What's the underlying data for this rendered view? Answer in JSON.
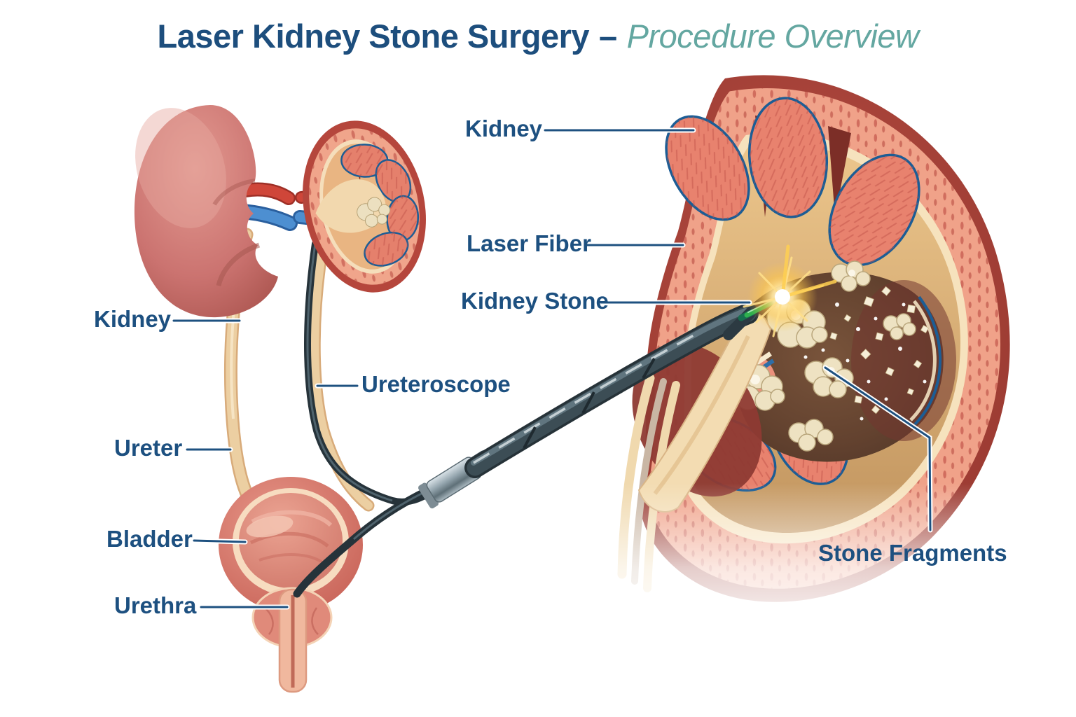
{
  "title": {
    "main": "Laser Kidney Stone Surgery",
    "separator": "–",
    "subtitle": "Procedure Overview"
  },
  "anatomy_labels": {
    "kidney_left": "Kidney",
    "ureter": "Ureter",
    "bladder": "Bladder",
    "urethra": "Urethra",
    "ureteroscope": "Ureteroscope",
    "kidney_right": "Kidney",
    "laser_fiber": "Laser Fiber",
    "kidney_stone": "Kidney Stone",
    "stone_fragments": "Stone Fragments"
  },
  "colors": {
    "label_text": "#1d5080",
    "title_main": "#1d4e7d",
    "title_accent": "#64a7a1",
    "leader_line": "#1e5180",
    "kidney_body": "#c4706a",
    "capsule_dark": "#9d3c33",
    "cortex_salmon": "#f0a289",
    "pyramid_salmon": "#e8826e",
    "pyramid_outline_blue": "#1c5d95",
    "cream_band": "#f6e2bd",
    "sinus_tan": "#d3a066",
    "stone_pocket_brown": "#5f4030",
    "stone_cream": "#efe4c6",
    "artery_red": "#cf4639",
    "vein_blue": "#4d8fd1",
    "ureter_tan": "#eccfa2",
    "scope_dark": "#3c4d55",
    "laser_green": "#2fb14e",
    "laser_flash_yellow": "#ffc84a"
  }
}
